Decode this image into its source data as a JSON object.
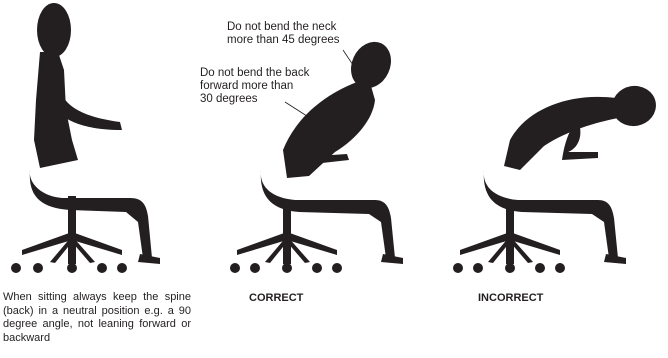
{
  "diagram": {
    "caption": "When sitting always keep the spine (back) in a neutral position e.g. a 90 degree angle, not leaning forward or backward",
    "label_correct": "CORRECT",
    "label_incorrect": "INCORRECT",
    "note_neck": "Do not bend the neck\nmore than 45 degrees",
    "note_back": "Do not bend the back\nforward more than\n30 degrees"
  },
  "figures": [
    {
      "name": "upright-sitting-figure",
      "posture": "upright, 90 degree angle"
    },
    {
      "name": "correct-leaning-figure",
      "posture": "leaning forward within limits"
    },
    {
      "name": "incorrect-leaning-figure",
      "posture": "leaning too far forward"
    }
  ],
  "colors": {
    "silhouette": "#231f20",
    "background": "#ffffff"
  }
}
